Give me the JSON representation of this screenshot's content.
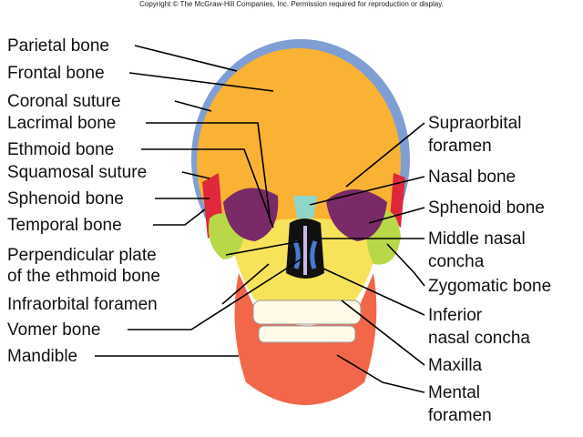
{
  "copyright": "Copyright © The McGraw-Hill Companies, Inc. Permission required for reproduction or display.",
  "left_labels": {
    "parietal": "Parietal bone",
    "frontal": "Frontal bone",
    "coronal": "Coronal suture",
    "lacrimal": "Lacrimal bone",
    "ethmoid": "Ethmoid bone",
    "squamosal": "Squamosal suture",
    "sphenoid": "Sphenoid bone",
    "temporal": "Temporal bone",
    "perp1": "Perpendicular plate",
    "perp2": "of the ethmoid bone",
    "infraorbital": "Infraorbital foramen",
    "vomer": "Vomer bone",
    "mandible": "Mandible"
  },
  "right_labels": {
    "supra1": "Supraorbital",
    "supra2": "foramen",
    "nasal": "Nasal bone",
    "sphenoid": "Sphenoid bone",
    "middle1": "Middle nasal",
    "middle2": "concha",
    "zygomatic": "Zygomatic bone",
    "inferior1": "Inferior",
    "inferior2": "nasal concha",
    "maxilla": "Maxilla",
    "mental1": "Mental",
    "mental2": "foramen"
  },
  "colors": {
    "frontal": "#f9b233",
    "parietal": "#7f9fd4",
    "maxilla": "#f7e35a",
    "mandible": "#f2674a",
    "orbit": "#7a2a66",
    "zygomatic": "#b8d84a",
    "temporal": "#e0283c",
    "nasal": "#8fd6c8"
  }
}
